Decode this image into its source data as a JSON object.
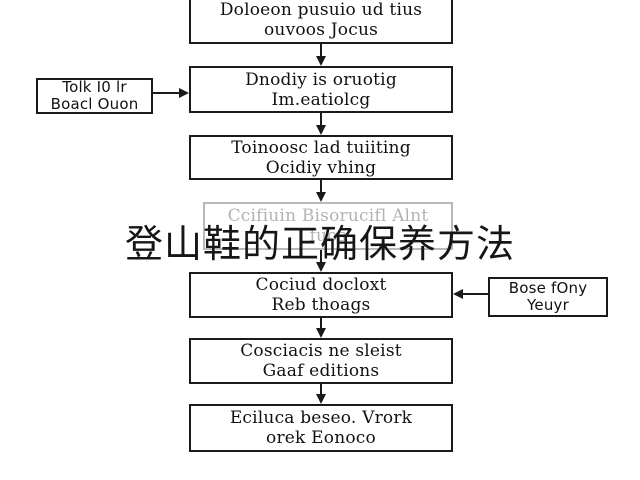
{
  "overlay_title": "登山鞋的正确保养方法",
  "colors": {
    "stroke": "#1a1a1a",
    "faded": "#b9b9b9",
    "background": "#ffffff"
  },
  "flow": {
    "steps": [
      {
        "line1": "Doloeon pusuio ud tius",
        "line2": "ouvoos Jocus"
      },
      {
        "line1": "Dnodiy is oruotig",
        "line2": "Im.eatiolcg"
      },
      {
        "line1": "Toinoosc lad tuiiting",
        "line2": "Ocidiy vhing"
      },
      {
        "line1": "Ccifiuin Bisorucifl Alnt",
        "line2": "fuos"
      },
      {
        "line1": "Cociud docloxt",
        "line2": "Reb thoags"
      },
      {
        "line1": "Cosciacis ne sleist",
        "line2": "Gaaf editions"
      },
      {
        "line1": "Eciluca beseo. Vrork",
        "line2": "orek Eonoco"
      }
    ],
    "side_notes": [
      {
        "line1": "Tolk I0 lr",
        "line2": "Boacl Ouon"
      },
      {
        "line1": "Bose fOny",
        "line2": "Yeuyr"
      }
    ]
  }
}
